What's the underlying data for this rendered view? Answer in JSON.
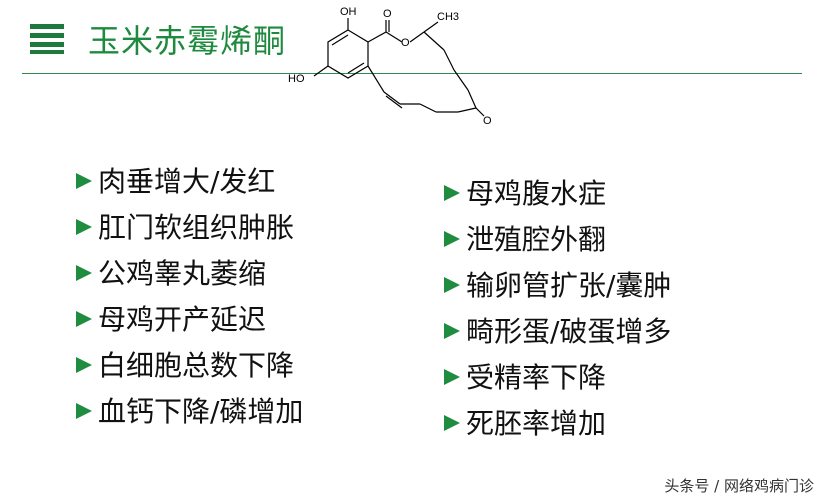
{
  "title": "玉米赤霉烯酮",
  "structure": {
    "labels": {
      "oh_top": "OH",
      "carbonyl_o": "O",
      "methyl": "CH3",
      "ring_o": "O",
      "ho_left": "HO",
      "ketone_o": "O"
    }
  },
  "left_list": [
    "肉垂增大/发红",
    "肛门软组织肿胀",
    "公鸡睾丸萎缩",
    "母鸡开产延迟",
    "白细胞总数下降",
    "血钙下降/磷增加"
  ],
  "right_list": [
    "母鸡腹水症",
    "泄殖腔外翻",
    "输卵管扩张/囊肿",
    "畸形蛋/破蛋增多",
    "受精率下降",
    "死胚率增加"
  ],
  "watermark": "头条号 / 网络鸡病门诊"
}
